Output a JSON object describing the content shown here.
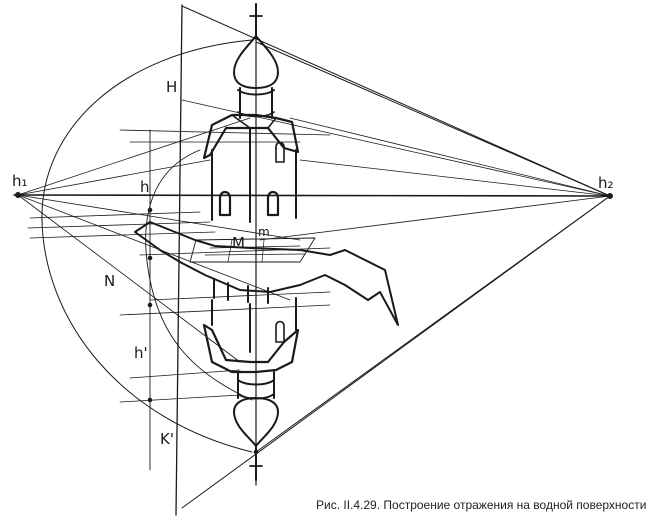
{
  "figure": {
    "caption": "Рис. II.4.29. Построение отражения на водной поверхности"
  },
  "labels": {
    "h1": "h₁",
    "h2": "h₂",
    "H": "H",
    "h": "h",
    "M": "M",
    "m": "m",
    "N": "N",
    "h_prime": "h'",
    "K_prime": "K'"
  },
  "colors": {
    "ink": "#1a1a1a",
    "paper": "#ffffff"
  }
}
